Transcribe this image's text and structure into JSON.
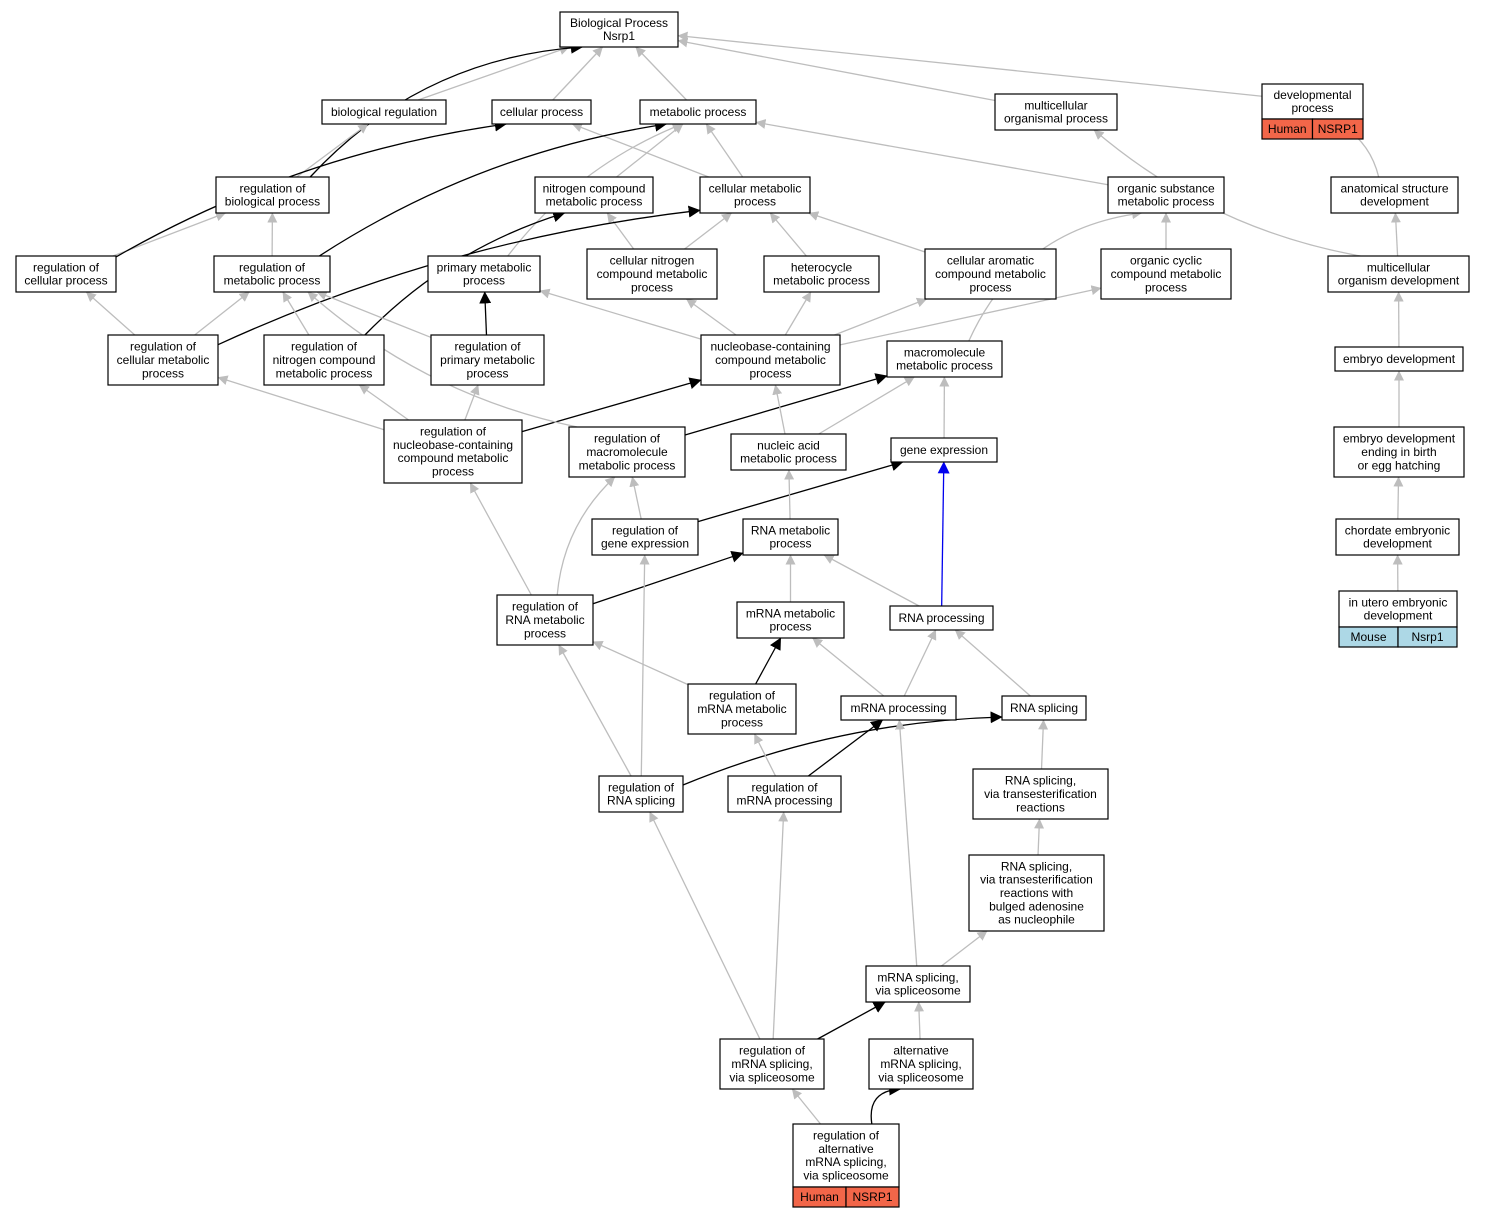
{
  "colors": {
    "edge_gray": "#bdbdbd",
    "edge_black": "#000000",
    "edge_blue": "#0000ee",
    "human": "#f26649",
    "mouse": "#add8e6"
  },
  "nodes": {
    "root": [
      "Biological Process",
      "Nsrp1"
    ],
    "bioreg": [
      "biological regulation"
    ],
    "cellproc": [
      "cellular process"
    ],
    "metproc": [
      "metabolic process"
    ],
    "multiorg": [
      "multicellular",
      "organismal process"
    ],
    "devproc": [
      "developmental",
      "process"
    ],
    "regbio": [
      "regulation of",
      "biological process"
    ],
    "nitro": [
      "nitrogen compound",
      "metabolic process"
    ],
    "cellmet": [
      "cellular metabolic",
      "process"
    ],
    "orgsub": [
      "organic substance",
      "metabolic process"
    ],
    "anat": [
      "anatomical structure",
      "development"
    ],
    "regcell": [
      "regulation of",
      "cellular process"
    ],
    "regmet": [
      "regulation of",
      "metabolic process"
    ],
    "primmet": [
      "primary metabolic",
      "process"
    ],
    "cellnitro": [
      "cellular nitrogen",
      "compound metabolic",
      "process"
    ],
    "hetero": [
      "heterocycle",
      "metabolic process"
    ],
    "cellarom": [
      "cellular aromatic",
      "compound metabolic",
      "process"
    ],
    "orgcyc": [
      "organic cyclic",
      "compound metabolic",
      "process"
    ],
    "multidev": [
      "multicellular",
      "organism development"
    ],
    "regcellmet": [
      "regulation of",
      "cellular metabolic",
      "process"
    ],
    "regnitro": [
      "regulation of",
      "nitrogen compound",
      "metabolic process"
    ],
    "regprim": [
      "regulation of",
      "primary metabolic",
      "process"
    ],
    "nucbase": [
      "nucleobase-containing",
      "compound metabolic",
      "process"
    ],
    "macro": [
      "macromolecule",
      "metabolic process"
    ],
    "embryo": [
      "embryo development"
    ],
    "regnucbase": [
      "regulation of",
      "nucleobase-containing",
      "compound metabolic",
      "process"
    ],
    "regmacro": [
      "regulation of",
      "macromolecule",
      "metabolic process"
    ],
    "nucacid": [
      "nucleic acid",
      "metabolic process"
    ],
    "geneexp": [
      "gene expression"
    ],
    "embryobirth": [
      "embryo development",
      "ending in birth",
      "or egg hatching"
    ],
    "reggene": [
      "regulation of",
      "gene expression"
    ],
    "rnamet": [
      "RNA metabolic",
      "process"
    ],
    "chordate": [
      "chordate embryonic",
      "development"
    ],
    "regrnamet": [
      "regulation of",
      "RNA metabolic",
      "process"
    ],
    "mrnamet": [
      "mRNA metabolic",
      "process"
    ],
    "rnaproc": [
      "RNA processing"
    ],
    "utero": [
      "in utero embryonic",
      "development"
    ],
    "regmrnamet": [
      "regulation of",
      "mRNA metabolic",
      "process"
    ],
    "mrnaproc": [
      "mRNA processing"
    ],
    "rnasplice": [
      "RNA splicing"
    ],
    "rnatrans": [
      "RNA splicing,",
      "via transesterification",
      "reactions"
    ],
    "regrnasplice": [
      "regulation of",
      "RNA splicing"
    ],
    "regmrnaproc": [
      "regulation of",
      "mRNA processing"
    ],
    "rnabulged": [
      "RNA splicing,",
      "via transesterification",
      "reactions with",
      "bulged adenosine",
      "as nucleophile"
    ],
    "mrnasplice": [
      "mRNA splicing,",
      "via spliceosome"
    ],
    "regmrnasplice": [
      "regulation of",
      "mRNA splicing,",
      "via spliceosome"
    ],
    "altsplice": [
      "alternative",
      "mRNA splicing,",
      "via spliceosome"
    ],
    "regalt": [
      "regulation of",
      "alternative",
      "mRNA splicing,",
      "via spliceosome"
    ]
  },
  "tags": {
    "devproc": [
      "Human",
      "NSRP1"
    ],
    "utero": [
      "Mouse",
      "Nsrp1"
    ],
    "regalt": [
      "Human",
      "NSRP1"
    ]
  }
}
